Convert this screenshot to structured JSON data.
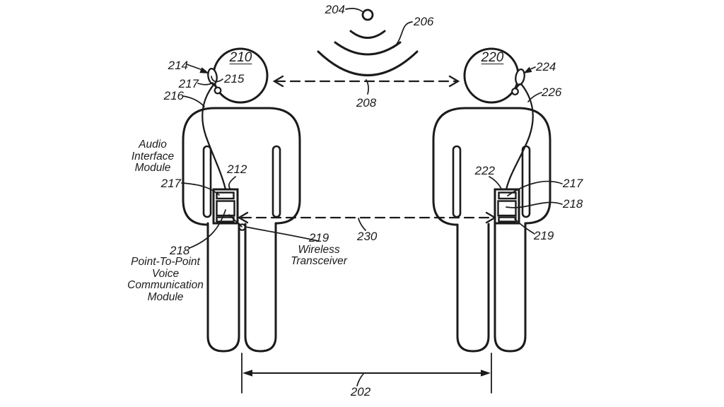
{
  "diagram": {
    "title_semantic": "point-to-point voice communication patent figure",
    "ink_color": "#1b1b1b",
    "background_color": "#ffffff",
    "refs": {
      "signal_source": "204",
      "signal_waves": "206",
      "audio_link": "208",
      "head_a": "210",
      "device_a": "212",
      "earpiece_pointer_a": "214",
      "earpiece_a": "215",
      "cable_a": "216",
      "audio_module_head_a": "217",
      "audio_module_device_a": "217",
      "voice_module_a": "218",
      "transceiver_a": "219",
      "head_b": "220",
      "device_b": "222",
      "earpiece_pointer_b": "224",
      "cable_b": "226",
      "audio_module_b": "217",
      "voice_module_b": "218",
      "transceiver_b": "219",
      "device_link": "230",
      "separation_distance": "202"
    },
    "captions": {
      "audio_interface_module": "Audio\nInterface\nModule",
      "voice_module": "Point-To-Point\nVoice\nCommunication\nModule",
      "wireless_transceiver": "Wireless\nTransceiver"
    }
  }
}
